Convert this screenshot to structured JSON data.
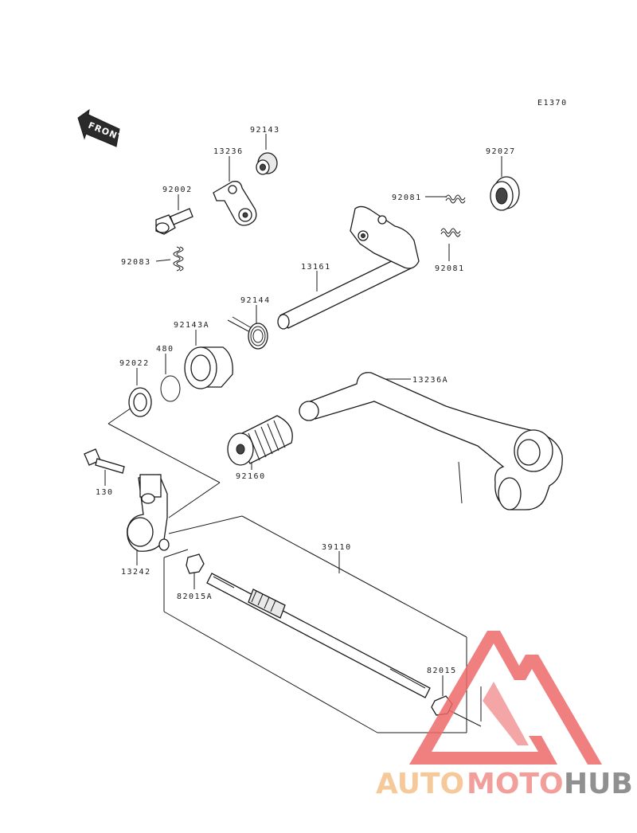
{
  "diagram_code": "E1370",
  "front_label": "FRONT",
  "parts": {
    "p92143": "92143",
    "p13236": "13236",
    "p92027": "92027",
    "p92002": "92002",
    "p92081a": "92081",
    "p92081b": "92081",
    "p92083": "92083",
    "p13161": "13161",
    "p92144": "92144",
    "p92143A": "92143A",
    "p480": "480",
    "p92022": "92022",
    "p13236A": "13236A",
    "p92160": "92160",
    "p130": "130",
    "p13242": "13242",
    "p39110": "39110",
    "p82015A": "82015A",
    "p82015": "82015"
  },
  "watermark": {
    "part1": "AUTO",
    "part2": "MOTO",
    "part3": "HUB",
    "colors": {
      "auto": "#f5c08a",
      "moto": "#f08f8a",
      "hub": "#7d7d7d",
      "triangle": "#ee6b6b"
    }
  }
}
